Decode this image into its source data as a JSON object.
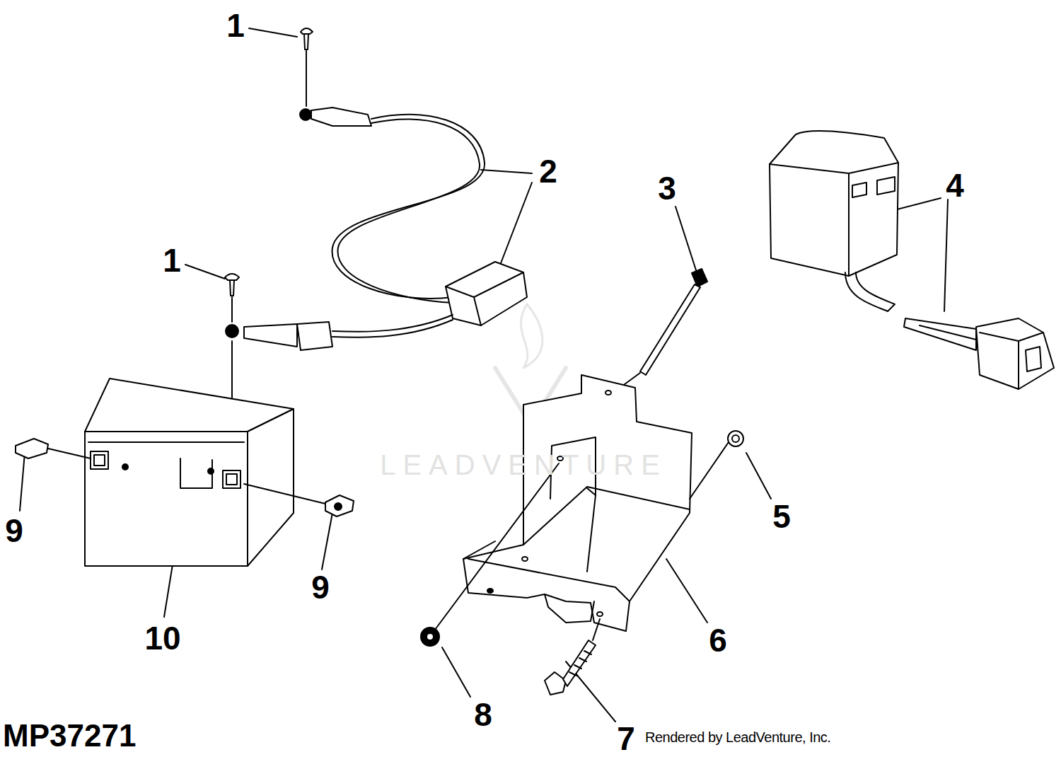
{
  "diagram": {
    "labels": [
      "1",
      "2",
      "3",
      "4",
      "1",
      "5",
      "9",
      "9",
      "10",
      "6",
      "8",
      "7",
      "MP37271",
      "LEADVENTURE",
      "Rendered by LeadVenture, Inc."
    ]
  }
}
